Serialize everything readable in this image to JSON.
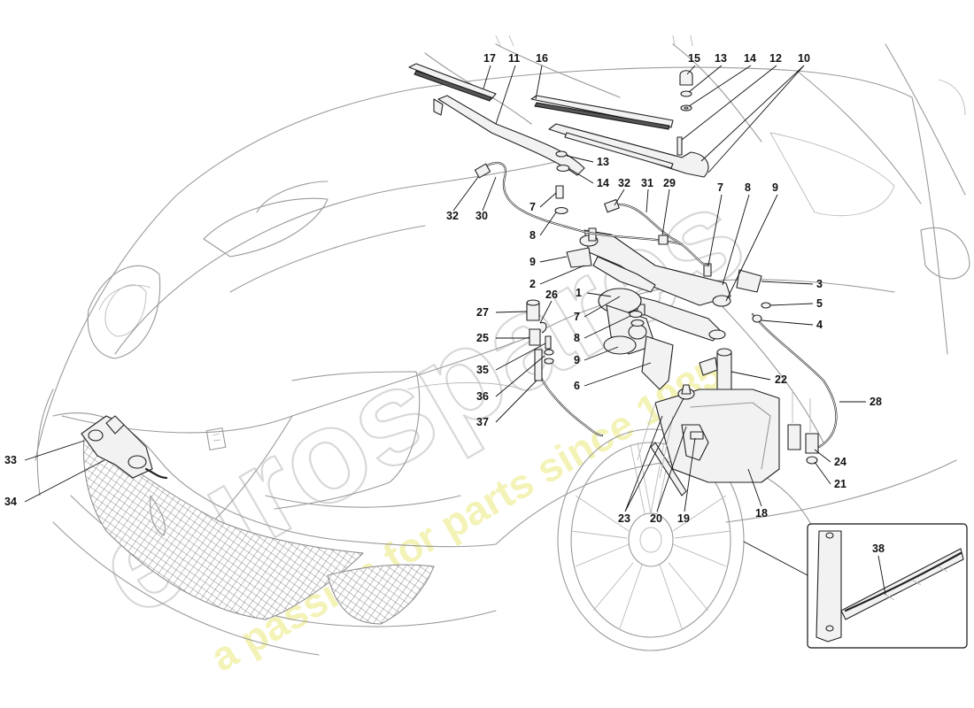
{
  "watermark": {
    "brand": "eurospares",
    "tagline": "a passion for parts since 1985"
  },
  "callouts": [
    {
      "id": "c17",
      "label": "17"
    },
    {
      "id": "c11",
      "label": "11"
    },
    {
      "id": "c16",
      "label": "16"
    },
    {
      "id": "c15",
      "label": "15"
    },
    {
      "id": "c13a",
      "label": "13"
    },
    {
      "id": "c14a",
      "label": "14"
    },
    {
      "id": "c12",
      "label": "12"
    },
    {
      "id": "c10",
      "label": "10"
    },
    {
      "id": "c13b",
      "label": "13"
    },
    {
      "id": "c14b",
      "label": "14"
    },
    {
      "id": "c32a",
      "label": "32"
    },
    {
      "id": "c31",
      "label": "31"
    },
    {
      "id": "c29",
      "label": "29"
    },
    {
      "id": "c7a",
      "label": "7"
    },
    {
      "id": "c8a",
      "label": "8"
    },
    {
      "id": "c9a",
      "label": "9"
    },
    {
      "id": "c32b",
      "label": "32"
    },
    {
      "id": "c30",
      "label": "30"
    },
    {
      "id": "c7b",
      "label": "7"
    },
    {
      "id": "c8b",
      "label": "8"
    },
    {
      "id": "c9b",
      "label": "9"
    },
    {
      "id": "c3",
      "label": "3"
    },
    {
      "id": "c2",
      "label": "2"
    },
    {
      "id": "c1",
      "label": "1"
    },
    {
      "id": "c26",
      "label": "26"
    },
    {
      "id": "c5",
      "label": "5"
    },
    {
      "id": "c27",
      "label": "27"
    },
    {
      "id": "c7c",
      "label": "7"
    },
    {
      "id": "c4",
      "label": "4"
    },
    {
      "id": "c8c",
      "label": "8"
    },
    {
      "id": "c25",
      "label": "25"
    },
    {
      "id": "c9c",
      "label": "9"
    },
    {
      "id": "c35",
      "label": "35"
    },
    {
      "id": "c6",
      "label": "6"
    },
    {
      "id": "c22",
      "label": "22"
    },
    {
      "id": "c36",
      "label": "36"
    },
    {
      "id": "c28",
      "label": "28"
    },
    {
      "id": "c37",
      "label": "37"
    },
    {
      "id": "c33",
      "label": "33"
    },
    {
      "id": "c24",
      "label": "24"
    },
    {
      "id": "c21",
      "label": "21"
    },
    {
      "id": "c34",
      "label": "34"
    },
    {
      "id": "c23",
      "label": "23"
    },
    {
      "id": "c20",
      "label": "20"
    },
    {
      "id": "c19",
      "label": "19"
    },
    {
      "id": "c18",
      "label": "18"
    },
    {
      "id": "c38",
      "label": "38"
    }
  ]
}
